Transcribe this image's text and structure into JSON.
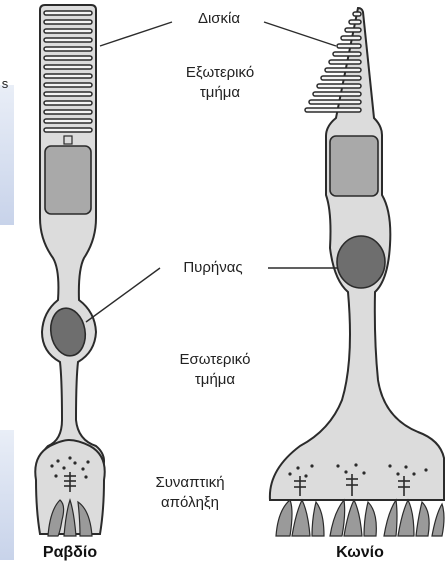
{
  "labels": {
    "disks": "Δισκία",
    "outer_segment_1": "Εξωτερικό",
    "outer_segment_2": "τμήμα",
    "nucleus": "Πυρήνας",
    "inner_segment_1": "Εσωτερικό",
    "inner_segment_2": "τμήμα",
    "synaptic_1": "Συναπτική",
    "synaptic_2": "απόληξη",
    "rod": "Ραβδίο",
    "cone": "Κωνίο",
    "stray_char": "s"
  },
  "colors": {
    "cell_fill": "#dcdcdc",
    "cell_stroke": "#2b2b2b",
    "nucleus_fill": "#6e6e6e",
    "inner_box_fill": "#a9a9a9",
    "text": "#222222"
  }
}
